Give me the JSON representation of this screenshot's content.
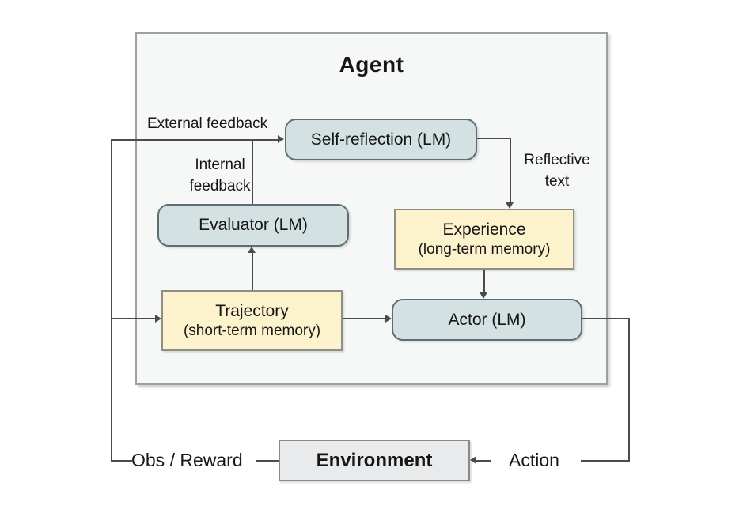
{
  "agent": {
    "title": "Agent"
  },
  "nodes": {
    "self_reflection": {
      "label": "Self-reflection (LM)"
    },
    "evaluator": {
      "label": "Evaluator (LM)"
    },
    "experience": {
      "label": "Experience",
      "sublabel": "(long-term memory)"
    },
    "trajectory": {
      "label": "Trajectory",
      "sublabel": "(short-term memory)"
    },
    "actor": {
      "label": "Actor (LM)"
    },
    "environment": {
      "label": "Environment"
    }
  },
  "edge_labels": {
    "external_feedback": "External feedback",
    "internal_feedback": "Internal\nfeedback",
    "reflective_text": "Reflective\ntext",
    "obs_reward": "Obs / Reward",
    "action": "Action"
  },
  "colors": {
    "lm_node_fill": "#d3e1e3",
    "lm_node_border": "#5c6e71",
    "memory_node_fill": "#fcf2cc",
    "memory_node_border": "#8e8e85",
    "environment_fill": "#e9eaeb",
    "environment_border": "#85898c",
    "agent_fill": "#f6f7f7",
    "agent_border": "#9aa0a3",
    "connector": "#4b4b4b",
    "text": "#161616",
    "page_background": "#ffffff"
  }
}
